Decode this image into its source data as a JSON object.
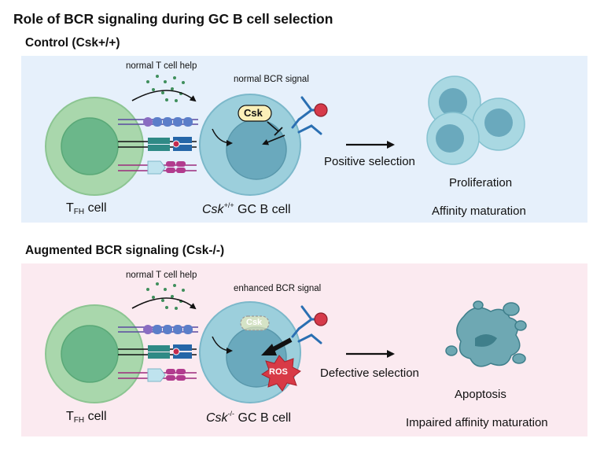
{
  "title": "Role of BCR signaling during GC B cell selection",
  "top": {
    "section_title": "Control (Csk+/+)",
    "t_help_label": "normal T cell help",
    "bcr_signal_label": "normal BCR signal",
    "csk_label": "Csk",
    "selection_label": "Positive selection",
    "outcome_1": "Proliferation",
    "outcome_2": "Affinity maturation",
    "tfh_main": "T",
    "tfh_sub": "FH",
    "tfh_rest": " cell",
    "gc_italic": "Csk",
    "gc_sup": "+/+",
    "gc_rest": " GC B cell"
  },
  "bottom": {
    "section_title": "Augmented BCR signaling (Csk-/-)",
    "t_help_label": "normal T cell help",
    "bcr_signal_label": "enhanced BCR signal",
    "csk_label": "Csk",
    "ros_label": "ROS",
    "selection_label": "Defective selection",
    "outcome_1": "Apoptosis",
    "outcome_2": "Impaired affinity maturation",
    "tfh_main": "T",
    "tfh_sub": "FH",
    "tfh_rest": " cell",
    "gc_italic": "Csk",
    "gc_sup": "-/-",
    "gc_rest": " GC B cell"
  },
  "colors": {
    "panel_top_bg": "#e6f0fb",
    "panel_bottom_bg": "#fbeaf0",
    "tfh_outer": "#a9d7ac",
    "tfh_inner": "#6bb78a",
    "gcb_outer": "#9ccfdc",
    "gcb_inner": "#6aa9bd",
    "csk_normal": "#fbf0b8",
    "ros_red": "#d83a46",
    "dots_green": "#3f8f5c",
    "apoptosis": "#6ea8b3"
  }
}
